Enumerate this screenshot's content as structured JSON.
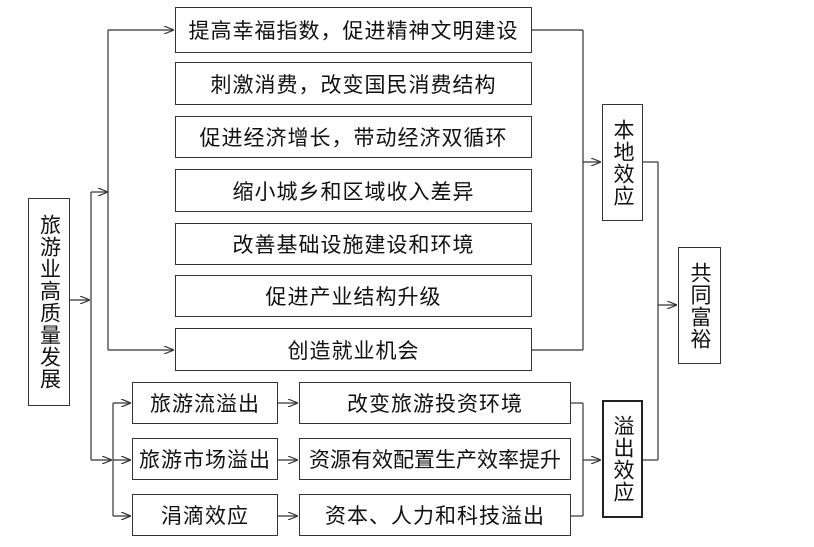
{
  "source": {
    "label": "旅游业高质量发展"
  },
  "local_effects": [
    "提高幸福指数，促进精神文明建设",
    "刺激消费，改变国民消费结构",
    "促进经济增长，带动经济双循环",
    "缩小城乡和区域收入差异",
    "改善基础设施建设和环境",
    "促进产业结构升级",
    "创造就业机会"
  ],
  "local_group": {
    "label": "本地效应"
  },
  "spillover_types": [
    "旅游流溢出",
    "旅游市场溢出",
    "涓滴效应"
  ],
  "spillover_results": [
    "改变旅游投资环境",
    "资源有效配置生产效率提升",
    "资本、人力和科技溢出"
  ],
  "spillover_group": {
    "label": "溢出效应"
  },
  "outcome": {
    "label": "共同富裕"
  }
}
